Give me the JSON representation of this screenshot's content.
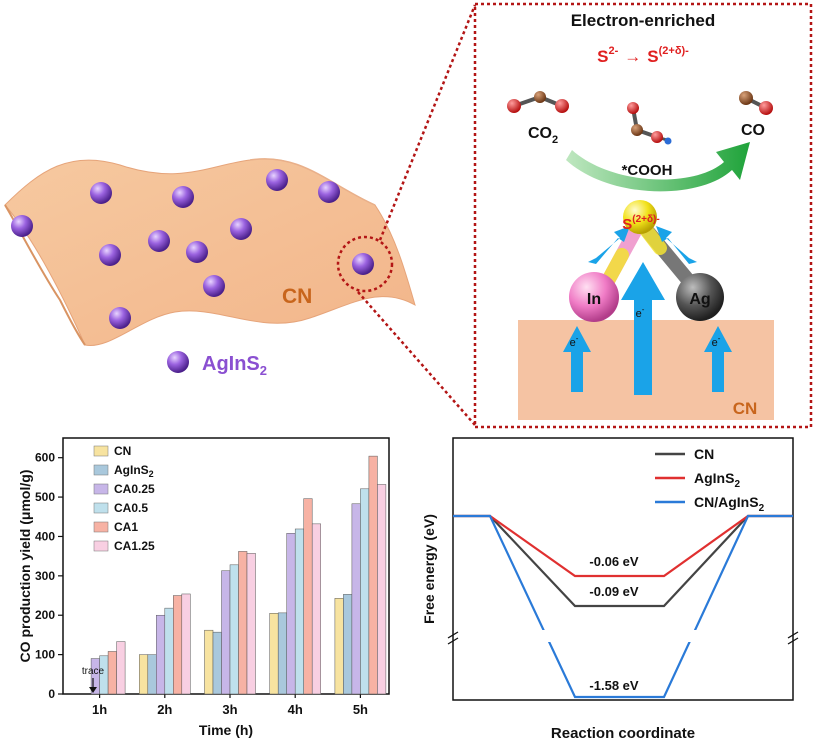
{
  "schematic": {
    "sheet_label": "CN",
    "legend_label": "AgInS",
    "legend_sub": "2"
  },
  "zoom_panel": {
    "title": "Electron-enriched",
    "formula_left": "S",
    "formula_left_sup": "2-",
    "formula_arrow": "→",
    "formula_right": "S",
    "formula_right_sup": "(2+δ)-",
    "co2_label": "CO",
    "co2_sub": "2",
    "cooh_label": "*COOH",
    "co_label": "CO",
    "s_label": "S",
    "s_sup": "(2+δ)-",
    "in_label": "In",
    "ag_label": "Ag",
    "electron": "e",
    "electron_sup": "-",
    "base_label": "CN"
  },
  "chart_data": [
    {
      "type": "bar",
      "ylabel": "CO production yield (μmol/g)",
      "xlabel": "Time (h)",
      "categories": [
        "1h",
        "2h",
        "3h",
        "4h",
        "5h"
      ],
      "ylim": [
        0,
        650
      ],
      "yticks": [
        0,
        100,
        200,
        300,
        400,
        500,
        600
      ],
      "annotation": "trace",
      "legend_position": "top-left",
      "series": [
        {
          "name": "CN",
          "color": "#f7e3a0",
          "values": [
            0,
            100,
            162,
            205,
            243
          ]
        },
        {
          "name": "AgInS2",
          "color": "#a9c8dc",
          "values": [
            0,
            100,
            157,
            206,
            253
          ]
        },
        {
          "name": "CA0.25",
          "color": "#c7b6e8",
          "values": [
            90,
            200,
            313,
            408,
            483
          ]
        },
        {
          "name": "CA0.5",
          "color": "#bfe0ec",
          "values": [
            97,
            218,
            328,
            419,
            521
          ]
        },
        {
          "name": "CA1",
          "color": "#f7b2a4",
          "values": [
            108,
            250,
            362,
            496,
            604
          ]
        },
        {
          "name": "CA1.25",
          "color": "#f8cfe2",
          "values": [
            133,
            254,
            357,
            432,
            532
          ]
        }
      ]
    },
    {
      "type": "line",
      "ylabel": "Free energy (eV)",
      "xlabel": "Reaction coordinate",
      "legend_position": "top-right",
      "series": [
        {
          "name": "CN",
          "color": "#444444",
          "value": -0.09
        },
        {
          "name": "AgInS2",
          "color": "#e03030",
          "value": -0.06
        },
        {
          "name": "CN/AgInS2",
          "color": "#2a7ad8",
          "value": -1.58
        }
      ],
      "labels": [
        "-0.06 eV",
        "-0.09 eV",
        "-1.58 eV"
      ]
    }
  ]
}
